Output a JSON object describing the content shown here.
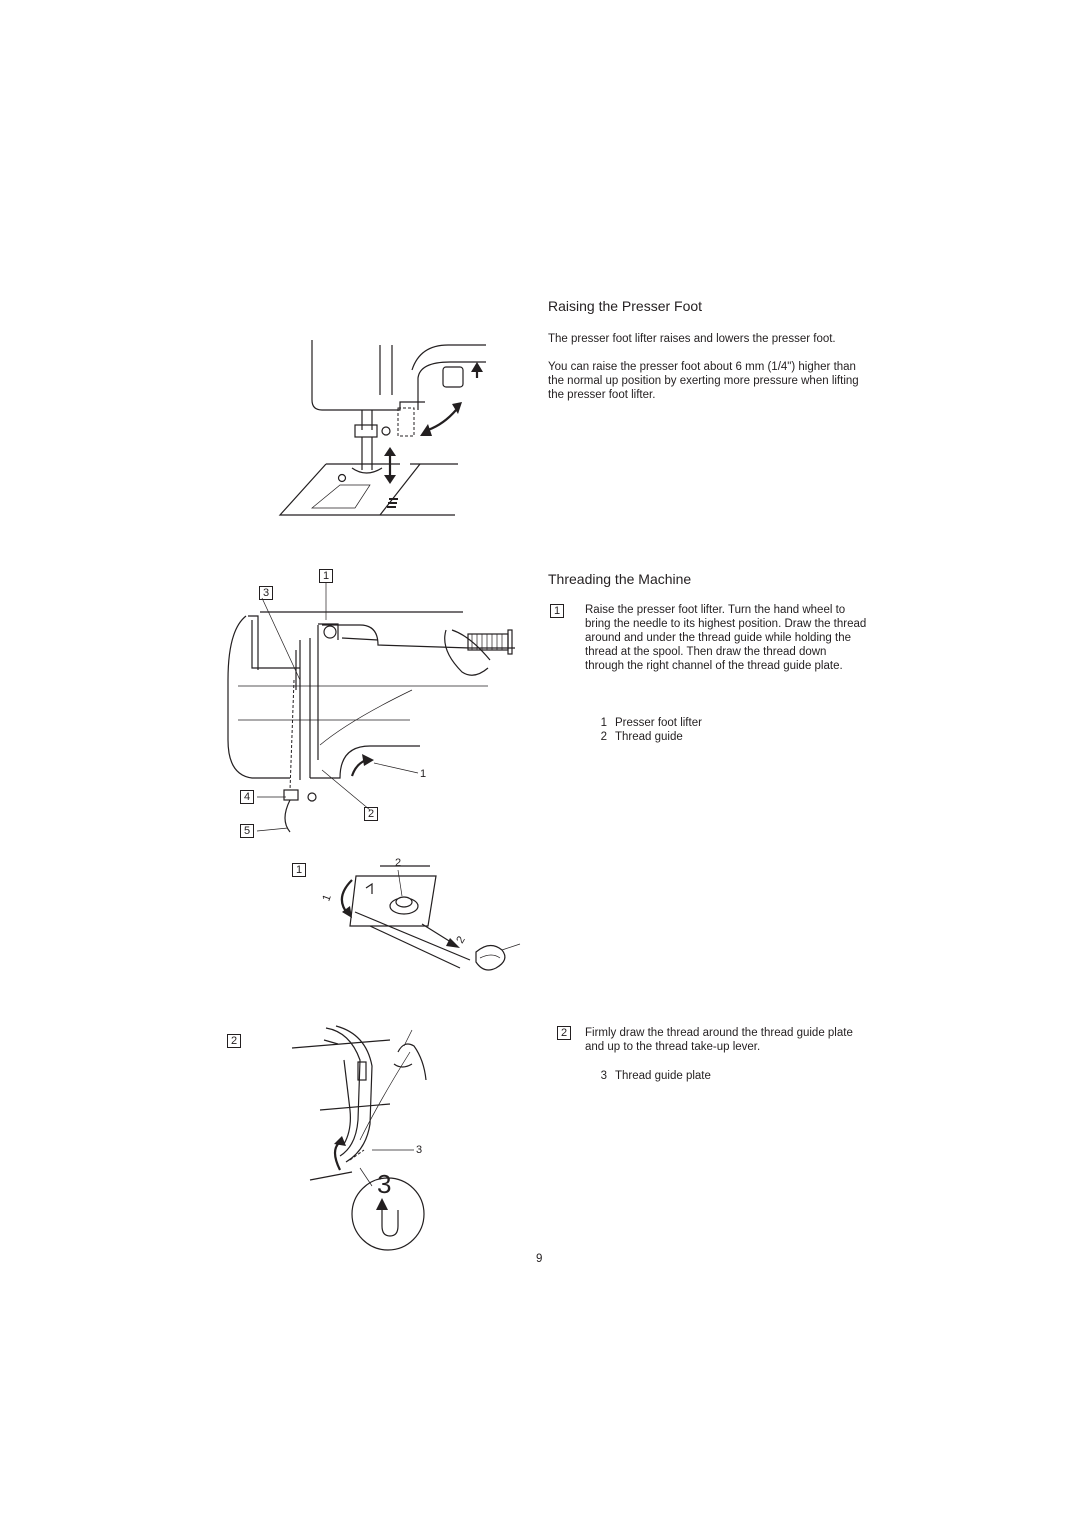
{
  "section_raise": {
    "title": "Raising the Presser Foot",
    "paragraph1": "The presser foot lifter raises and lowers the presser foot.",
    "paragraph2": "You can raise the presser foot about 6 mm (1/4\") higher than the normal up position by exerting more pressure when lifting the presser foot lifter."
  },
  "section_thread": {
    "title": "Threading the Machine",
    "step1": {
      "number": "1",
      "text": "Raise the presser foot lifter. Turn the hand wheel to bring the needle to its highest position. Draw the thread around and under the thread guide while holding the thread at the spool. Then draw the thread down through the right channel of the thread guide plate."
    },
    "legend1": [
      {
        "num": "1",
        "label": "Presser foot lifter"
      },
      {
        "num": "2",
        "label": "Thread guide"
      }
    ],
    "step2": {
      "number": "2",
      "text": "Firmly draw the thread around the thread guide plate and up to the thread take-up lever."
    },
    "legend2": [
      {
        "num": "3",
        "label": "Thread guide plate"
      }
    ]
  },
  "figure_machine": {
    "callouts": {
      "c1_box": "1",
      "c3_box": "3",
      "c4_box": "4",
      "c5_box": "5",
      "c1_plain": "1",
      "c2_box": "2"
    }
  },
  "figure_guide": {
    "step_box": "1",
    "label_2_top": "2",
    "arrow_label_1": "1",
    "arrow_label_2": "2"
  },
  "figure_plate": {
    "step_box": "2",
    "label_3": "3",
    "circle_number": "3"
  },
  "page_number": "9"
}
